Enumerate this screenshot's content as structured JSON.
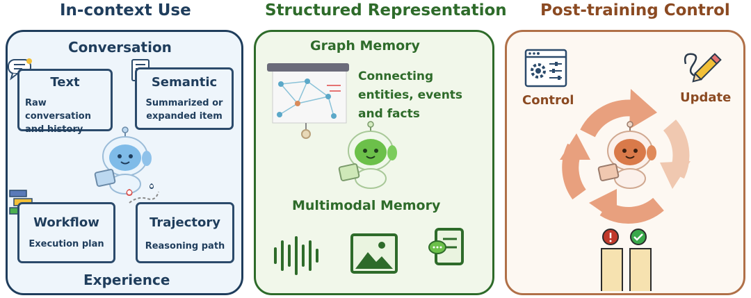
{
  "sections": {
    "in_context": {
      "title": "In-context Use",
      "top_label": "Conversation",
      "bottom_label": "Experience",
      "cards": {
        "text": {
          "title": "Text",
          "desc": "Raw conversation and history"
        },
        "semantic": {
          "title": "Semantic",
          "desc": "Summarized or expanded item"
        },
        "workflow": {
          "title": "Workflow",
          "desc": "Execution plan"
        },
        "trajectory": {
          "title": "Trajectory",
          "desc": "Reasoning path"
        }
      }
    },
    "structured": {
      "title": "Structured Representation",
      "graph_label": "Graph Memory",
      "graph_desc": "Connecting entities, events and facts",
      "multimodal_label": "Multimodal Memory"
    },
    "post_training": {
      "title": "Post-training Control",
      "control_label": "Control",
      "update_label": "Update"
    }
  },
  "colors": {
    "blue_title": "#1f3d5c",
    "green_title": "#2e6b2a",
    "brown_title": "#8b4a22",
    "blue_panel_bg": "#eef5fb",
    "green_panel_bg": "#f1f7ea",
    "orange_panel_bg": "#fdf8f2",
    "cycle_orange": "#e8a07e"
  },
  "icons": [
    "chat-bubble-icon",
    "checklist-icon",
    "workflow-icon",
    "map-pin-icon",
    "robot-icon",
    "graph-board-icon",
    "audio-wave-icon",
    "image-icon",
    "chat-document-icon",
    "settings-panel-icon",
    "pencil-icon",
    "cycle-arrows-icon",
    "alert-icon",
    "check-icon"
  ]
}
